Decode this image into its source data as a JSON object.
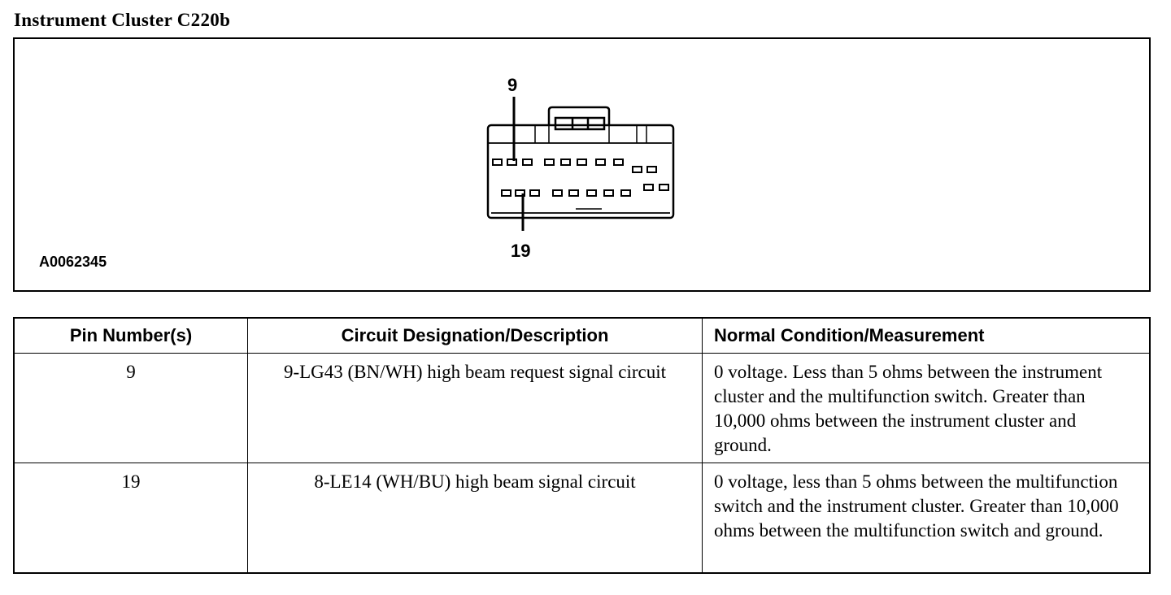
{
  "title": "Instrument Cluster C220b",
  "figure": {
    "id": "A0062345",
    "callouts": [
      "9",
      "19"
    ]
  },
  "table": {
    "headers": [
      "Pin Number(s)",
      "Circuit Designation/Description",
      "Normal Condition/Measurement"
    ],
    "rows": [
      {
        "pin": "9",
        "description": "9-LG43 (BN/WH) high beam request signal circuit",
        "normal": "0 voltage. Less than 5 ohms between the instrument cluster and the multifunction switch. Greater than 10,000 ohms between the instrument cluster and ground."
      },
      {
        "pin": "19",
        "description": "8-LE14 (WH/BU) high beam signal circuit",
        "normal": "0 voltage, less than 5 ohms between the multifunction switch and the instrument cluster. Greater than 10,000 ohms between the multifunction switch and ground."
      }
    ]
  }
}
